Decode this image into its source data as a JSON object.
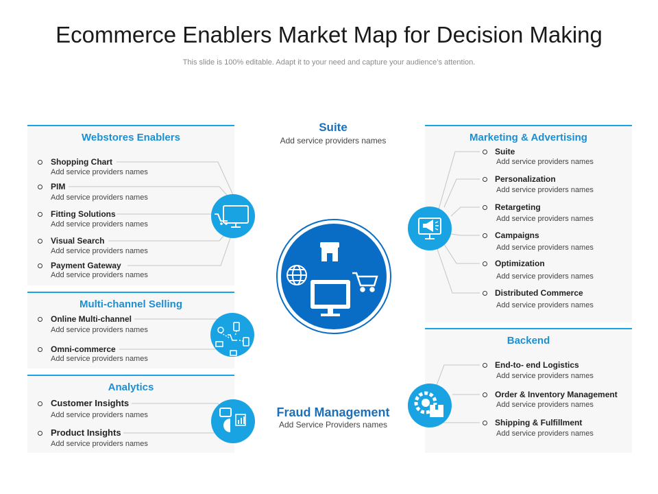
{
  "header": {
    "title": "Ecommerce Enablers Market Map for Decision Making",
    "subtitle": "This slide is 100% editable. Adapt it to your need and capture your audience’s attention."
  },
  "colors": {
    "accent": "#1aa3e3",
    "hub": "#0a6dc5",
    "title_blue": "#1c8fd1",
    "panel_bg": "#f7f7f7"
  },
  "center": {
    "top": {
      "title": "Suite",
      "sub": "Add service providers names"
    },
    "bottom": {
      "title": "Fraud Management",
      "sub": "Add Service Providers names"
    },
    "icons": [
      "store-icon",
      "globe-icon",
      "monitor-icon",
      "cart-icon"
    ]
  },
  "panels": {
    "webstores": {
      "title": "Webstores Enablers",
      "icon": "monitor-cart-icon",
      "items": [
        {
          "label": "Shopping  Chart",
          "sub": "Add service providers names"
        },
        {
          "label": "PIM",
          "sub": "Add service providers names"
        },
        {
          "label": "Fitting  Solutions",
          "sub": "Add service providers names"
        },
        {
          "label": "Visual Search",
          "sub": "Add service providers names"
        },
        {
          "label": "Payment Gateway",
          "sub": "Add service providers names"
        }
      ]
    },
    "multichannel": {
      "title": "Multi-channel  Selling",
      "icon": "omnichannel-icon",
      "items": [
        {
          "label": "Online Multi-channel",
          "sub": "Add service providers names"
        },
        {
          "label": "Omni-commerce",
          "sub": "Add service providers names"
        }
      ]
    },
    "analytics": {
      "title": "Analytics",
      "icon": "analytics-chart-icon",
      "items": [
        {
          "label": "Customer  Insights",
          "sub": "Add service providers names"
        },
        {
          "label": "Product Insights",
          "sub": "Add service providers names"
        }
      ]
    },
    "marketing": {
      "title": "Marketing & Advertising",
      "icon": "megaphone-monitor-icon",
      "items": [
        {
          "label": "Suite",
          "sub": "Add service providers names"
        },
        {
          "label": "Personalization",
          "sub": "Add service providers names"
        },
        {
          "label": "Retargeting",
          "sub": "Add service providers names"
        },
        {
          "label": "Campaigns",
          "sub": "Add service providers names"
        },
        {
          "label": "Optimization",
          "sub": "Add service providers names"
        },
        {
          "label": "Distributed Commerce",
          "sub": "Add service providers names"
        }
      ]
    },
    "backend": {
      "title": "Backend",
      "icon": "gear-box-icon",
      "items": [
        {
          "label": "End-to- end Logistics",
          "sub": "Add service providers names"
        },
        {
          "label": "Order & Inventory  Management",
          "sub": "Add service providers names"
        },
        {
          "label": "Shipping & Fulfillment",
          "sub": "Add service providers names"
        }
      ]
    }
  }
}
